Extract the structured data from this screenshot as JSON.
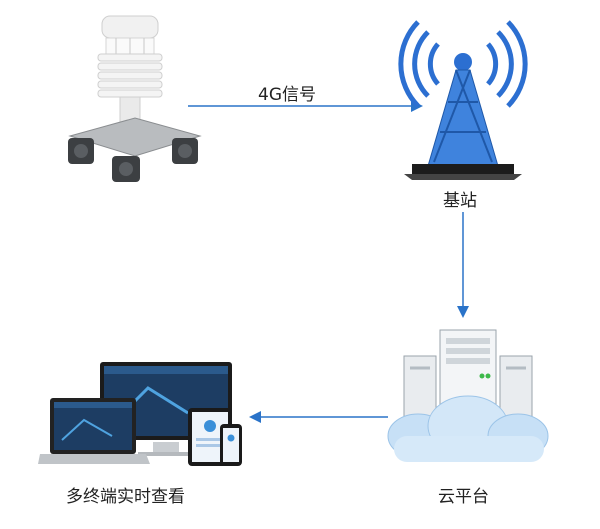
{
  "labels": {
    "signal": "4G信号",
    "base_station": "基站",
    "cloud": "云平台",
    "terminals": "多终端实时查看"
  },
  "colors": {
    "arrow": "#2a73c9",
    "tower": "#2c6fd1",
    "cloud": "#bcd9f2",
    "screen": "#1d3d63"
  }
}
